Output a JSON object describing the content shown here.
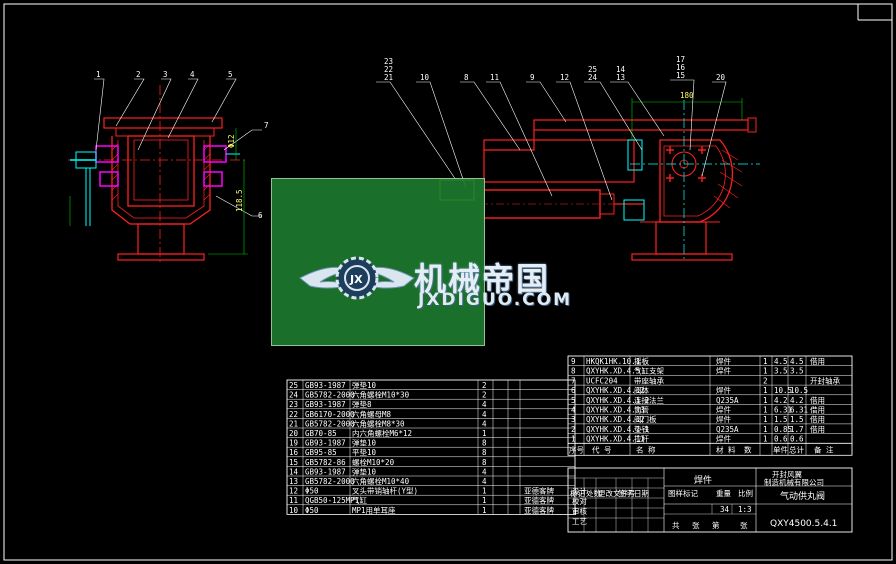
{
  "drawing": {
    "section_callouts": [
      "1",
      "2",
      "3",
      "4",
      "5",
      "7",
      "6"
    ],
    "elevation_callouts": [
      "23",
      "22",
      "21",
      "10",
      "8",
      "11",
      "9",
      "12",
      "25",
      "24",
      "14",
      "13",
      "17",
      "16",
      "15",
      "20"
    ],
    "dims": {
      "a": "Φ12",
      "b": "118.5",
      "c": "180"
    }
  },
  "watermark": {
    "cn": "机械帝国",
    "en": "JXDIGUO.COM"
  },
  "left_table": {
    "rows": [
      {
        "no": "25",
        "code": "GB93-1987",
        "name": "弹垫10",
        "qty": "2",
        "note": ""
      },
      {
        "no": "24",
        "code": "GB5782-2000",
        "name": "六角螺栓M10*30",
        "qty": "2",
        "note": ""
      },
      {
        "no": "23",
        "code": "GB93-1987",
        "name": "弹垫8",
        "qty": "4",
        "note": ""
      },
      {
        "no": "22",
        "code": "GB6170-2000",
        "name": "六角螺母M8",
        "qty": "4",
        "note": ""
      },
      {
        "no": "21",
        "code": "GB5782-2000",
        "name": "六角螺栓M8*30",
        "qty": "4",
        "note": ""
      },
      {
        "no": "20",
        "code": "GB70-85",
        "name": "内六角螺栓M6*12",
        "qty": "1",
        "note": ""
      },
      {
        "no": "19",
        "code": "GB93-1987",
        "name": "弹垫10",
        "qty": "8",
        "note": ""
      },
      {
        "no": "16",
        "code": "GB95-85",
        "name": "平垫10",
        "qty": "8",
        "note": ""
      },
      {
        "no": "15",
        "code": "GB5782-86",
        "name": "螺栓M10*20",
        "qty": "8",
        "note": ""
      },
      {
        "no": "14",
        "code": "GB93-1987",
        "name": "弹垫10",
        "qty": "4",
        "note": ""
      },
      {
        "no": "13",
        "code": "GB5782-2000",
        "name": "六角螺栓M10*40",
        "qty": "4",
        "note": ""
      },
      {
        "no": "12",
        "code": "Φ50",
        "name": "叉头带销轴杆(Y型)",
        "qty": "1",
        "note": "亚德客牌"
      },
      {
        "no": "11",
        "code": "QGB50-125MP1",
        "name": "气缸",
        "qty": "1",
        "note": "亚德客牌"
      },
      {
        "no": "10",
        "code": "Φ50",
        "name": "MP1用单耳座",
        "qty": "1",
        "note": "亚德客牌"
      }
    ]
  },
  "right_table": {
    "rows": [
      {
        "no": "9",
        "code": "HKQK1HK.10.1",
        "name": "摇板",
        "mat": "焊件",
        "qty": "1",
        "w1": "4.5",
        "w2": "4.5",
        "note": "借用"
      },
      {
        "no": "8",
        "code": "QXYHK.XD.4.5",
        "name": "气缸支架",
        "mat": "焊件",
        "qty": "1",
        "w1": "3.5",
        "w2": "3.5",
        "note": ""
      },
      {
        "no": "7",
        "code": "UCFC204",
        "name": "带座轴承",
        "mat": "",
        "qty": "2",
        "w1": "",
        "w2": "",
        "note": "开封轴承"
      },
      {
        "no": "6",
        "code": "QXYHK.XD.4.12",
        "name": "阀体",
        "mat": "焊件",
        "qty": "1",
        "w1": "10.5",
        "w2": "10.5",
        "note": ""
      },
      {
        "no": "5",
        "code": "QXYHK.XD.4.1-2",
        "name": "连接法兰",
        "mat": "Q235A",
        "qty": "1",
        "w1": "4.2",
        "w2": "4.2",
        "note": "借用"
      },
      {
        "no": "4",
        "code": "QXYHK.XD.4.13",
        "name": "筒管",
        "mat": "焊件",
        "qty": "1",
        "w1": "6.31",
        "w2": "6.31",
        "note": "借用"
      },
      {
        "no": "3",
        "code": "QXYHK.XD.4.12",
        "name": "阀门板",
        "mat": "焊件",
        "qty": "1",
        "w1": "1.5",
        "w2": "1.5",
        "note": "借用"
      },
      {
        "no": "2",
        "code": "QXYHK.XD.4.1-1",
        "name": "垫铁",
        "mat": "Q235A",
        "qty": "1",
        "w1": "0.85",
        "w2": "1.7",
        "note": "借用"
      },
      {
        "no": "1",
        "code": "QXYHK.XD.4.11",
        "name": "拉杆",
        "mat": "焊件",
        "qty": "1",
        "w1": "0.6",
        "w2": "0.6",
        "note": ""
      }
    ],
    "header": [
      "序号",
      "代  号",
      "名       称",
      "数",
      "材    料",
      "单件",
      "总计",
      "备  注"
    ],
    "title_block": {
      "part_type": "焊件",
      "company_1": "开封风翼",
      "company_2": "制造机械有限公司",
      "product": "气动供丸阀",
      "drawing_no": "QXY4500.5.4.1",
      "scale": "1:3",
      "sheet": "共  张",
      "rev_labels": [
        "标记",
        "处数",
        "更改文件号",
        "签字",
        "日期"
      ],
      "roles": [
        "设计",
        "校对",
        "审核",
        "工艺"
      ],
      "labels": [
        "图样标记",
        "重量",
        "比例",
        "共",
        "张",
        "第",
        "张"
      ],
      "weight": "34"
    }
  },
  "colors": {
    "red": "#ff2020",
    "white": "#ffffff",
    "yellow": "#ffff00",
    "cyan": "#00ffff",
    "green": "#00cc00",
    "magenta": "#ff00ff",
    "gray": "#bbbbbb"
  }
}
